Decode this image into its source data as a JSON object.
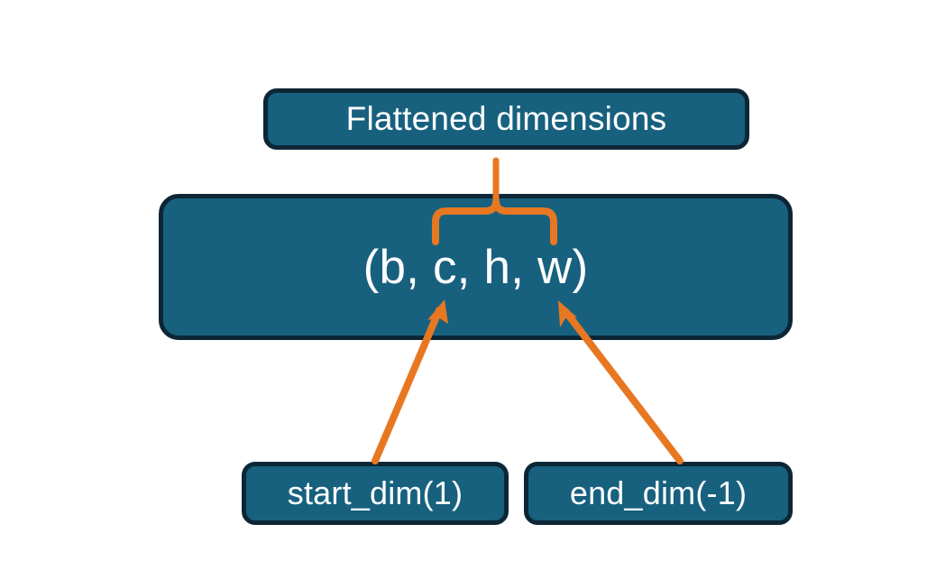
{
  "diagram": {
    "title_node": "Flattened dimensions",
    "shape_node": "(b, c, h, w)",
    "start_dim_node": "start_dim(1)",
    "end_dim_node": "end_dim(-1)",
    "colors": {
      "node_fill": "#17617f",
      "node_border": "#0d2635",
      "node_text": "#ffffff",
      "connector": "#e87722",
      "background": "#ffffff"
    },
    "connectors": [
      {
        "name": "flatten-range-brace",
        "kind": "curly-brace",
        "from": "shape_node",
        "to": "title_node",
        "spans": "c, h, w"
      },
      {
        "name": "start-dim-arrow",
        "kind": "arrow",
        "from": "start_dim_node",
        "to": "shape_node",
        "points_at": "c"
      },
      {
        "name": "end-dim-arrow",
        "kind": "arrow",
        "from": "end_dim_node",
        "to": "shape_node",
        "points_at": "w"
      }
    ]
  }
}
